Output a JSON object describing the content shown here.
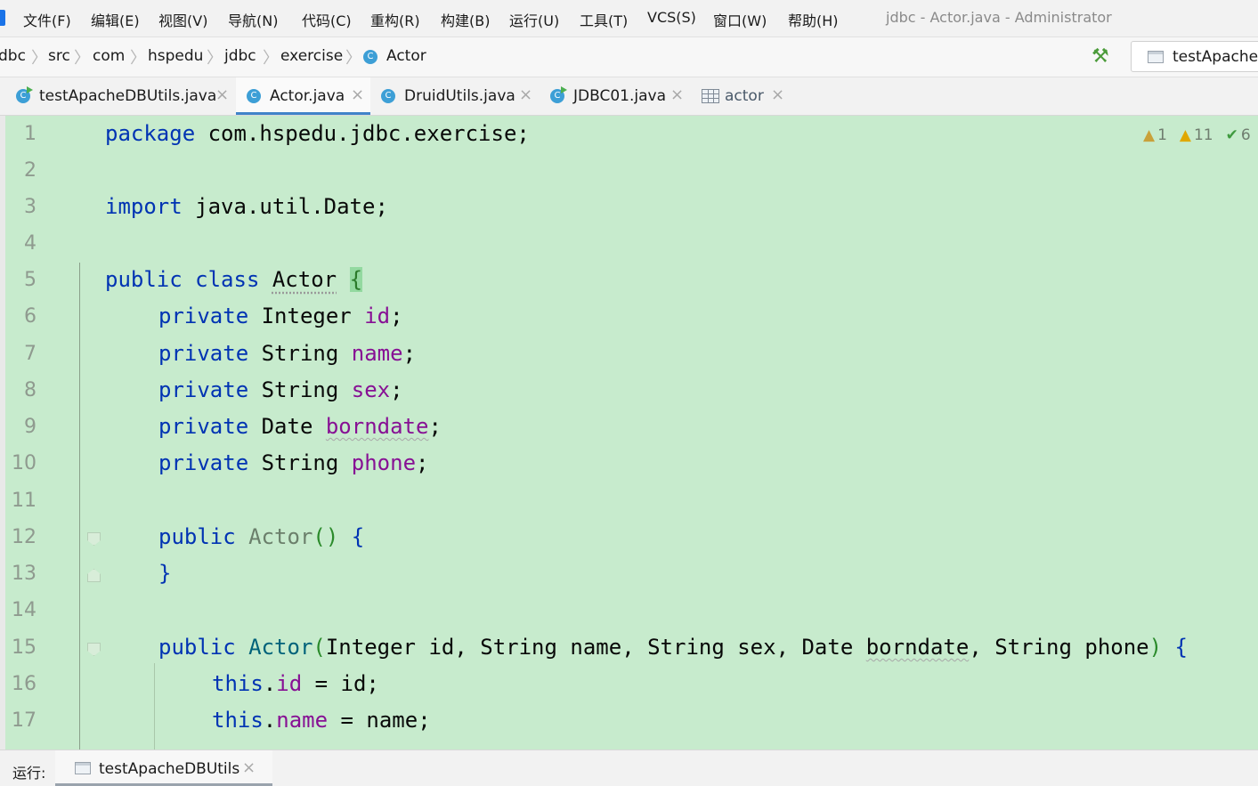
{
  "menu": {
    "items": [
      "文件(F)",
      "编辑(E)",
      "视图(V)",
      "导航(N)",
      "代码(C)",
      "重构(R)",
      "构建(B)",
      "运行(U)",
      "工具(T)",
      "VCS(S)",
      "窗口(W)",
      "帮助(H)"
    ],
    "window_title": "jdbc - Actor.java - Administrator"
  },
  "breadcrumb": {
    "items": [
      "dbc",
      "src",
      "com",
      "hspedu",
      "jdbc",
      "exercise",
      "Actor"
    ],
    "class_icon_letter": "C"
  },
  "toolbar": {
    "run_config": "testApacheDBUtils"
  },
  "tabs": [
    {
      "label": "testApacheDBUtils.java",
      "icon": "class-run-icon",
      "active": false
    },
    {
      "label": "Actor.java",
      "icon": "class-icon",
      "active": true
    },
    {
      "label": "DruidUtils.java",
      "icon": "class-icon",
      "active": false
    },
    {
      "label": "JDBC01.java",
      "icon": "class-run-icon",
      "active": false
    },
    {
      "label": "actor",
      "icon": "table-icon",
      "active": false
    }
  ],
  "editor": {
    "background": "#c7ebcd",
    "line_numbers": [
      "1",
      "2",
      "3",
      "4",
      "5",
      "6",
      "7",
      "8",
      "9",
      "10",
      "11",
      "12",
      "13",
      "14",
      "15",
      "16",
      "17"
    ],
    "tokens": {
      "package_kw": "package",
      "package_name": "com.hspedu.jdbc.exercise;",
      "import_kw": "import",
      "import_name": "java.util.Date;",
      "public_kw": "public",
      "class_kw": "class",
      "class_name": "Actor",
      "open_brace": "{",
      "close_brace": "}",
      "private_kw": "private",
      "this_kw": "this",
      "dot": ".",
      "semicolon": ";",
      "assign": " = ",
      "space": " "
    },
    "fields": [
      {
        "type": "Integer",
        "name": "id"
      },
      {
        "type": "String",
        "name": "name"
      },
      {
        "type": "String",
        "name": "sex"
      },
      {
        "type": "Date",
        "name": "borndate"
      },
      {
        "type": "String",
        "name": "phone"
      }
    ],
    "ctor_params": "Integer id, String name, String sex, Date borndate, String phone",
    "ctor_param_parts": [
      "Integer id, String name, String sex, Date ",
      "borndate",
      ", String phone"
    ],
    "paren_empty": "()",
    "paren_open": "(",
    "paren_close": ")",
    "line16_rhs": "id;",
    "line17_rhs": "name;"
  },
  "inspections": {
    "weak_warnings": "1",
    "warnings": "11",
    "ok_count": "6"
  },
  "run_panel": {
    "label": "运行:",
    "tab": "testApacheDBUtils"
  },
  "colors": {
    "keyword": "#0033b3",
    "field": "#871094",
    "constructor": "#00627a",
    "active_tab": "#4083c9"
  }
}
